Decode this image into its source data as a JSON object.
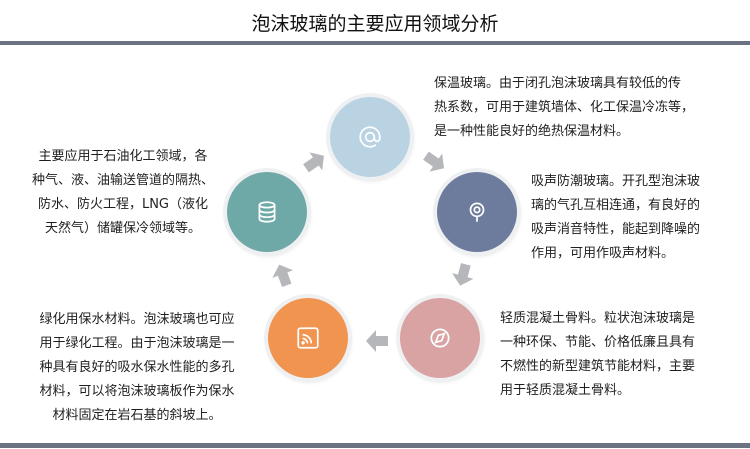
{
  "title": "泡沫玻璃的主要应用领域分析",
  "items": [
    {
      "id": "top",
      "icon": "at-sign-icon",
      "color": "#b9d3e3",
      "text": "保温玻璃。由于闭孔泡沫玻璃具有较低的传\n热系数，可用于建筑墙体、化工保温冷冻等，\n是一种性能良好的绝热保温材料。"
    },
    {
      "id": "right",
      "icon": "target-pin-icon",
      "color": "#6d7c9d",
      "text": "吸声防潮玻璃。开孔型泡沫玻\n璃的气孔互相连通，有良好的\n吸声消音特性，能起到降噪的\n作用，可用作吸声材料。"
    },
    {
      "id": "bottom-right",
      "icon": "compass-icon",
      "color": "#d9a3a3",
      "text": "轻质混凝土骨料。粒状泡沫玻璃是\n一种环保、节能、价格低廉且具有\n不燃性的新型建筑节能材料，主要\n用于轻质混凝土骨料。"
    },
    {
      "id": "bottom-left",
      "icon": "rss-feed-icon",
      "color": "#f0944f",
      "text": "绿化用保水材料。泡沫玻璃也可应\n用于绿化工程。由于泡沫玻璃是一\n种具有良好的吸水保水性能的多孔\n材料，可以将泡沫玻璃板作为保水\n材料固定在岩石基的斜坡上。"
    },
    {
      "id": "left",
      "icon": "database-icon",
      "color": "#6fa9a7",
      "text": "主要应用于石油化工领域，各\n种气、液、油输送管道的隔热、\n防水、防火工程，LNG（液化\n天然气）储罐保冷领域等。"
    }
  ]
}
